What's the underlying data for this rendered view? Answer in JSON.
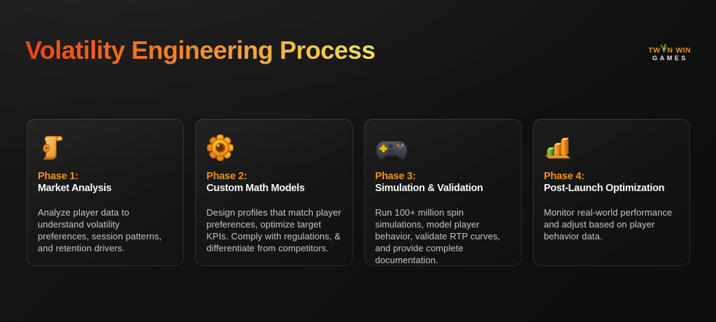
{
  "header": {
    "title": "Volatility Engineering Process"
  },
  "logo": {
    "word1_prefix": "TW",
    "word1_suffix": "N",
    "word2": "WIN",
    "subtitle": "GAMES"
  },
  "colors": {
    "accent_orange": "#F2921E",
    "title_gradient_start": "#F04316",
    "title_gradient_mid": "#F5882A",
    "title_gradient_end": "#F2E15F",
    "background": "#111111",
    "heading_text": "#F6F6F6",
    "body_text": "#C5C7C9",
    "logo_green": "#8BC53F"
  },
  "cards": [
    {
      "icon": "scroll-icon",
      "phase_label": "Phase 1:",
      "title": "Market Analysis",
      "description": "Analyze player data to understand volatility preferences, session patterns, and retention drivers."
    },
    {
      "icon": "gear-icon",
      "phase_label": "Phase 2:",
      "title": "Custom Math Models",
      "description": "Design profiles that match player preferences, optimize target KPIs. Comply with regulations, & differentiate from competitors."
    },
    {
      "icon": "gamepad-icon",
      "phase_label": "Phase 3:",
      "title": "Simulation & Validation",
      "description": "Run 100+ million spin simulations, model player behavior, validate RTP curves, and provide complete documentation."
    },
    {
      "icon": "bar-chart-icon",
      "phase_label": "Phase 4:",
      "title": "Post-Launch Optimization",
      "description": "Monitor real-world performance and adjust based on player behavior data."
    }
  ]
}
